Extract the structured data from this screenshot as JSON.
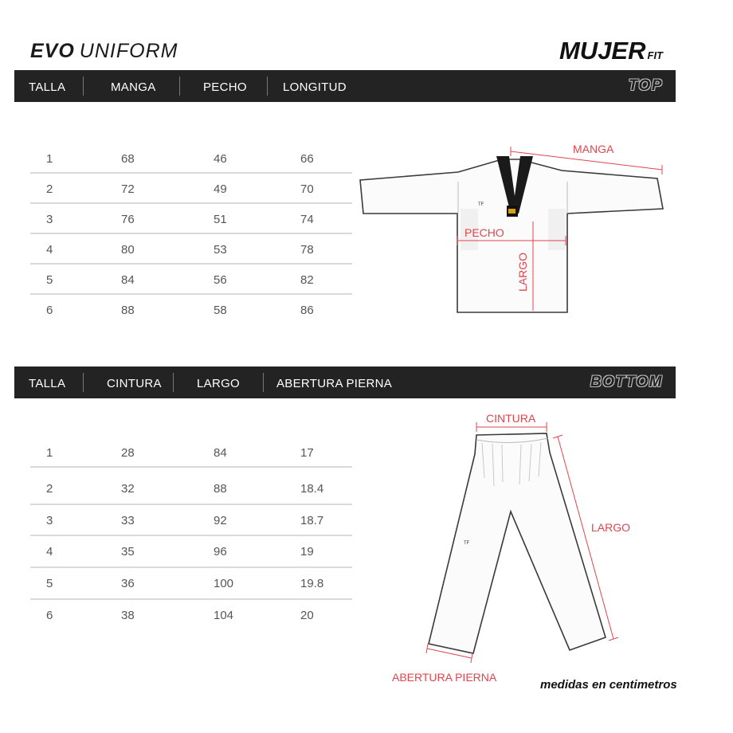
{
  "header": {
    "brand_bold": "EVO",
    "brand_light": "UNIFORM",
    "fit_main": "MUJER",
    "fit_small": "FIT"
  },
  "top": {
    "columns": [
      "TALLA",
      "MANGA",
      "PECHO",
      "LONGITUD"
    ],
    "tag": "TOP",
    "rows": [
      [
        "1",
        "68",
        "46",
        "66"
      ],
      [
        "2",
        "72",
        "49",
        "70"
      ],
      [
        "3",
        "76",
        "51",
        "74"
      ],
      [
        "4",
        "80",
        "53",
        "78"
      ],
      [
        "5",
        "84",
        "56",
        "82"
      ],
      [
        "6",
        "88",
        "58",
        "86"
      ]
    ],
    "diagram": {
      "manga": "MANGA",
      "pecho": "PECHO",
      "largo": "LARGO"
    }
  },
  "bottom": {
    "columns": [
      "TALLA",
      "CINTURA",
      "LARGO",
      "ABERTURA PIERNA"
    ],
    "tag": "BOTTOM",
    "rows": [
      [
        "1",
        "28",
        "84",
        "17"
      ],
      [
        "2",
        "32",
        "88",
        "18.4"
      ],
      [
        "3",
        "33",
        "92",
        "18.7"
      ],
      [
        "4",
        "35",
        "96",
        "19"
      ],
      [
        "5",
        "36",
        "100",
        "19.8"
      ],
      [
        "6",
        "38",
        "104",
        "20"
      ]
    ],
    "diagram": {
      "cintura": "CINTURA",
      "largo": "LARGO",
      "abertura": "ABERTURA PIERNA"
    }
  },
  "footer": {
    "note": "medidas en centimetros"
  }
}
